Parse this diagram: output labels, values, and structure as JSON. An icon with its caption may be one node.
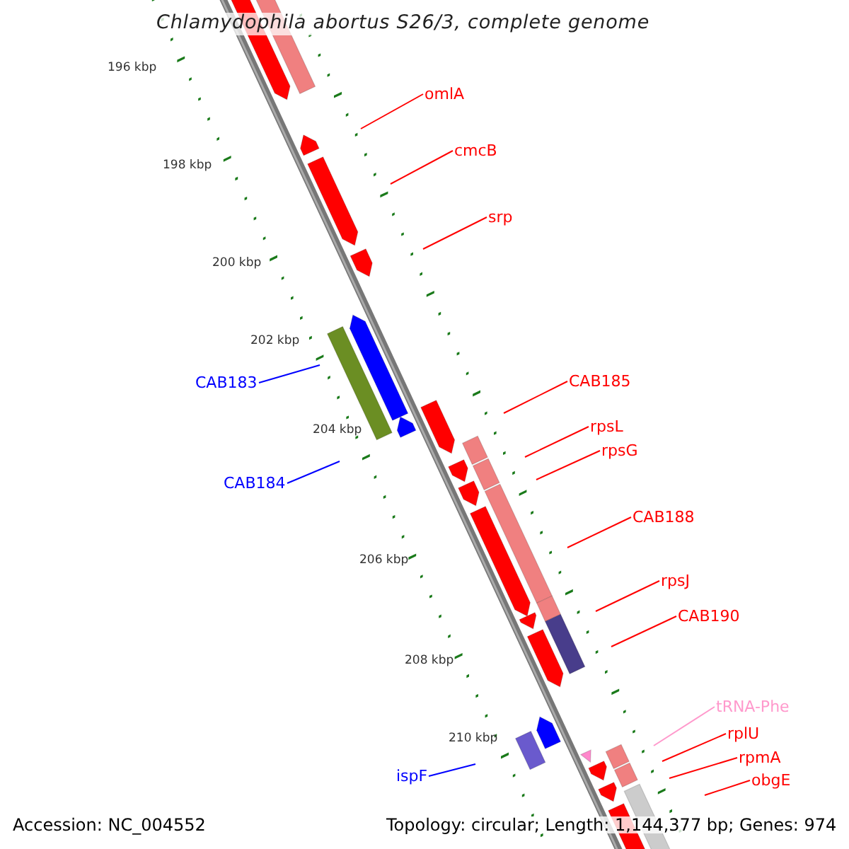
{
  "diagram": {
    "title": "Chlamydophila abortus S26/3, complete genome",
    "nodes": [
      {
        "text": [
          "omlA"
        ]
      },
      {
        "text": [
          "cmcB"
        ]
      },
      {
        "text": [
          "srp"
        ]
      },
      {
        "text": [
          "CAB185"
        ]
      },
      {
        "text": [
          "CAB183"
        ]
      },
      {
        "text": [
          "rpsL"
        ]
      },
      {
        "text": [
          "rpsG"
        ]
      },
      {
        "text": [
          "CAB184"
        ]
      },
      {
        "text": [
          "CAB188"
        ]
      },
      {
        "text": [
          "rpsJ"
        ]
      },
      {
        "text": [
          "CAB190"
        ]
      },
      {
        "text": [
          "tRNA-Phe"
        ]
      },
      {
        "text": [
          "rplU"
        ]
      },
      {
        "text": [
          "rpmA"
        ]
      },
      {
        "text": [
          "ispF"
        ]
      },
      {
        "text": [
          "obgE"
        ]
      }
    ],
    "edges": [
      {
        "from": 0,
        "to": null,
        "arrow": "none"
      },
      {
        "from": 1,
        "to": null,
        "arrow": "none"
      },
      {
        "from": 2,
        "to": null,
        "arrow": "none"
      },
      {
        "from": 3,
        "to": null,
        "arrow": "none"
      },
      {
        "from": 4,
        "to": null,
        "arrow": "none",
        "color": "#0000ff"
      },
      {
        "from": 5,
        "to": null,
        "arrow": "none"
      },
      {
        "from": 6,
        "to": null,
        "arrow": "none"
      },
      {
        "from": 7,
        "to": null,
        "arrow": "none",
        "color": "#0000ff"
      },
      {
        "from": 8,
        "to": null,
        "arrow": "none"
      },
      {
        "from": 9,
        "to": null,
        "arrow": "none"
      },
      {
        "from": 10,
        "to": null,
        "arrow": "none"
      },
      {
        "from": 11,
        "to": null,
        "arrow": "none",
        "color": "#ff99cc"
      },
      {
        "from": 12,
        "to": null,
        "arrow": "none"
      },
      {
        "from": 13,
        "to": null,
        "arrow": "none"
      },
      {
        "from": 14,
        "to": null,
        "arrow": "none",
        "color": "#0000ff"
      },
      {
        "from": 15,
        "to": null,
        "arrow": "none"
      }
    ],
    "labels": [
      "196 kbp",
      "198 kbp",
      "200 kbp",
      "202 kbp",
      "204 kbp",
      "206 kbp",
      "208 kbp",
      "210 kbp",
      "Accession: NC_004552",
      "Topology: circular; Length: 1,144,377 bp; Genes: 974"
    ]
  }
}
